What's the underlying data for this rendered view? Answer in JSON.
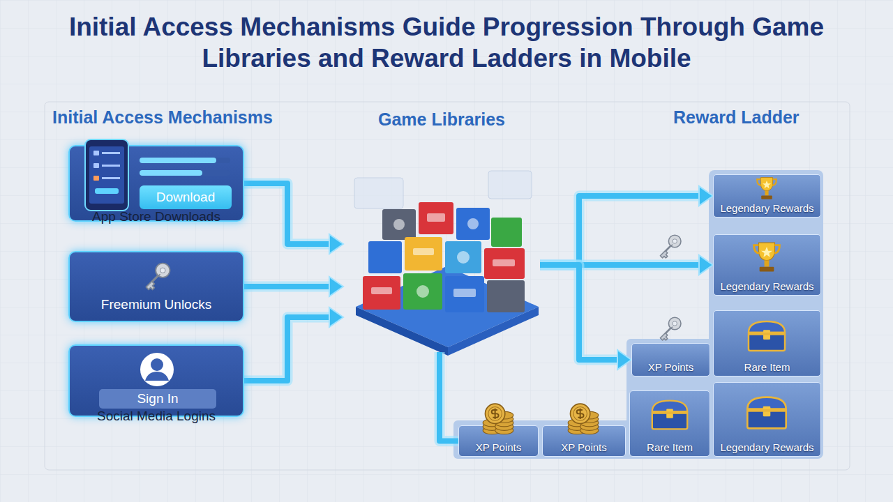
{
  "diagram": {
    "title": "Initial Access Mechanisms Guide Progression Through Game Libraries and Reward Ladders in Mobile",
    "nodes": [
      {
        "text": [
          "Download",
          "App Store Downloads"
        ]
      },
      {
        "text": [
          "Freemium Unlocks"
        ]
      },
      {
        "text": [
          "Sign In",
          "Social Media Logins"
        ]
      },
      {
        "text": [
          "Game Libraries"
        ]
      },
      {
        "text": [
          "Legendary Rewards"
        ]
      },
      {
        "text": [
          "Legendary Rewards"
        ]
      },
      {
        "text": [
          "XP Points"
        ]
      },
      {
        "text": [
          "Rare Item"
        ]
      },
      {
        "text": [
          "XP Points"
        ]
      },
      {
        "text": [
          "XP Points"
        ]
      },
      {
        "text": [
          "Rare Item"
        ]
      },
      {
        "text": [
          "Legendary Rewards"
        ]
      }
    ],
    "edges": [
      {
        "from": 0,
        "to": 3,
        "arrow": "to"
      },
      {
        "from": 1,
        "to": 3,
        "arrow": "to"
      },
      {
        "from": 2,
        "to": 3,
        "arrow": "to"
      },
      {
        "from": 3,
        "to": 4,
        "arrow": "to"
      },
      {
        "from": 3,
        "to": 5,
        "arrow": "to"
      },
      {
        "from": 3,
        "to": 6,
        "arrow": "to"
      },
      {
        "from": 3,
        "to": 8,
        "arrow": "none"
      }
    ],
    "labels": [
      "Initial Access Mechanisms",
      "Reward Ladder"
    ]
  }
}
